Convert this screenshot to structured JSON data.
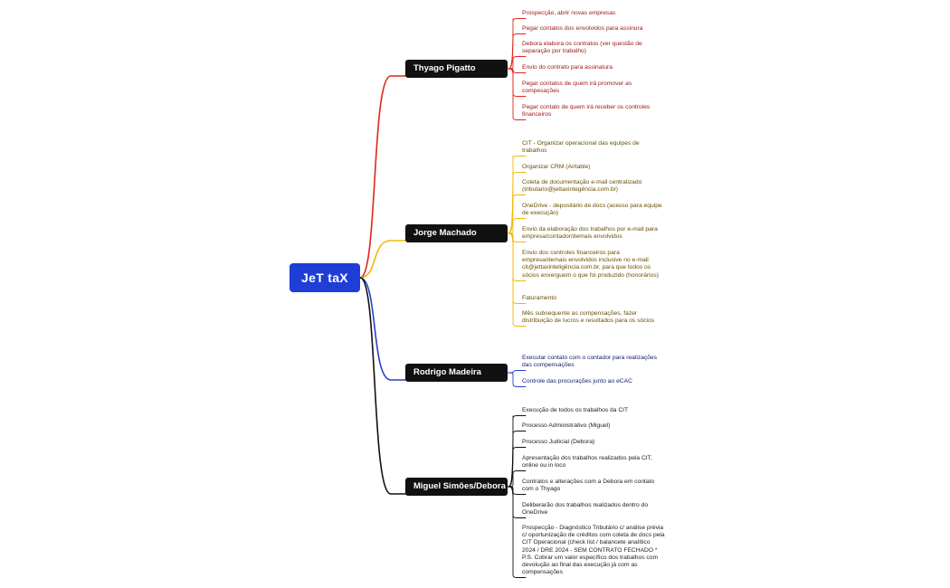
{
  "root": {
    "label": "JeT taX",
    "color": "#1e3ed6"
  },
  "branches": [
    {
      "label": "Thyago Pigatto",
      "color": "#e0251c",
      "tone": "red",
      "items": [
        "Prospecção, abrir novas empresas",
        "Pegar contatos dos envolvidos para assinura",
        "Debora elabora os contratos (ver questão de separação por trabalho)",
        "Envio do contrato para assinatura",
        "Pegar contatos de quem irá promover as compesações",
        "Pegar contato de quem irá receber os controles financeiros"
      ]
    },
    {
      "label": "Jorge Machado",
      "color": "#f2b705",
      "tone": "yellow",
      "items": [
        "CIT - Organizar operacional das equipes de trabalhos",
        "Organizar CRM (Airtable)",
        "Coleta de documentação e-mail centralizado (tributario@jettaxintegência.com.br)",
        "OneDrive - depositário de docs (acesso para equipe de execução)",
        "Envio da elaboração dos trabalhos por e-mail para empresa/contador/demais envolvidos",
        "Envio dos controles financeiros para empresa/demais envolvidos inclusive no e-mail cit@jettaxinteligência.com.br, para que todos os sócios enxerguem o que foi produzido (honorários)",
        "Faturamento",
        "Mês subsequente as compensações, fazer distribuição de lucros e resultados para os sócios"
      ]
    },
    {
      "label": "Rodrigo Madeira",
      "color": "#2342c8",
      "tone": "blue",
      "items": [
        "Executar contato com o contador para realizações das compensações",
        "Controle das procurações junto ao eCAC"
      ]
    },
    {
      "label": "Miguel Simões/Debora",
      "color": "#111111",
      "tone": "black",
      "items": [
        "Execução de todos os trabalhos da CIT",
        "Processo Administrativo (Miguel)",
        "Processo Judicial (Debora)",
        "Apresentação dos trabalhos realizados pela CIT, online ou in loco",
        "Contratos e alterações com a Debora em contato com o Thyago",
        "Deliberarão dos trabalhos realizados dentro do OneDrive",
        "Prospecção - Diagnóstico Tributário c/ análise prévia c/ oportunização de créditos com coleta de docs pela CIT Operacional (check list / balancete analítico 2024 / DRE 2024 - SEM CONTRATO FECHADO * P.S. Cobrar um valor específico dos trabalhos com devolução ao final das execução já com as compensações"
      ]
    }
  ]
}
